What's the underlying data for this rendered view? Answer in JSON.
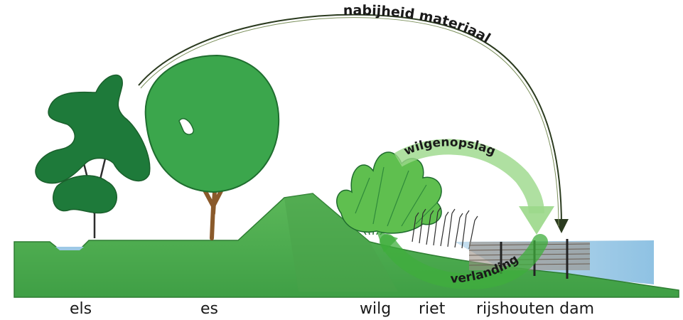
{
  "arrows": {
    "top_arc_label": "nabijheid materiaal",
    "willow_arc_label": "wilgenopslag",
    "silt_arc_label": "verlanding"
  },
  "labels": {
    "els": "els",
    "es": "es",
    "wilg": "wilg",
    "riet": "riet",
    "dam": "rijshouten dam"
  },
  "colors": {
    "dark_green": "#1e7a3a",
    "mid_green": "#3ba64c",
    "light_green": "#8ed07a",
    "water": "#9ec9e6",
    "trunk": "#8a5a2b"
  }
}
